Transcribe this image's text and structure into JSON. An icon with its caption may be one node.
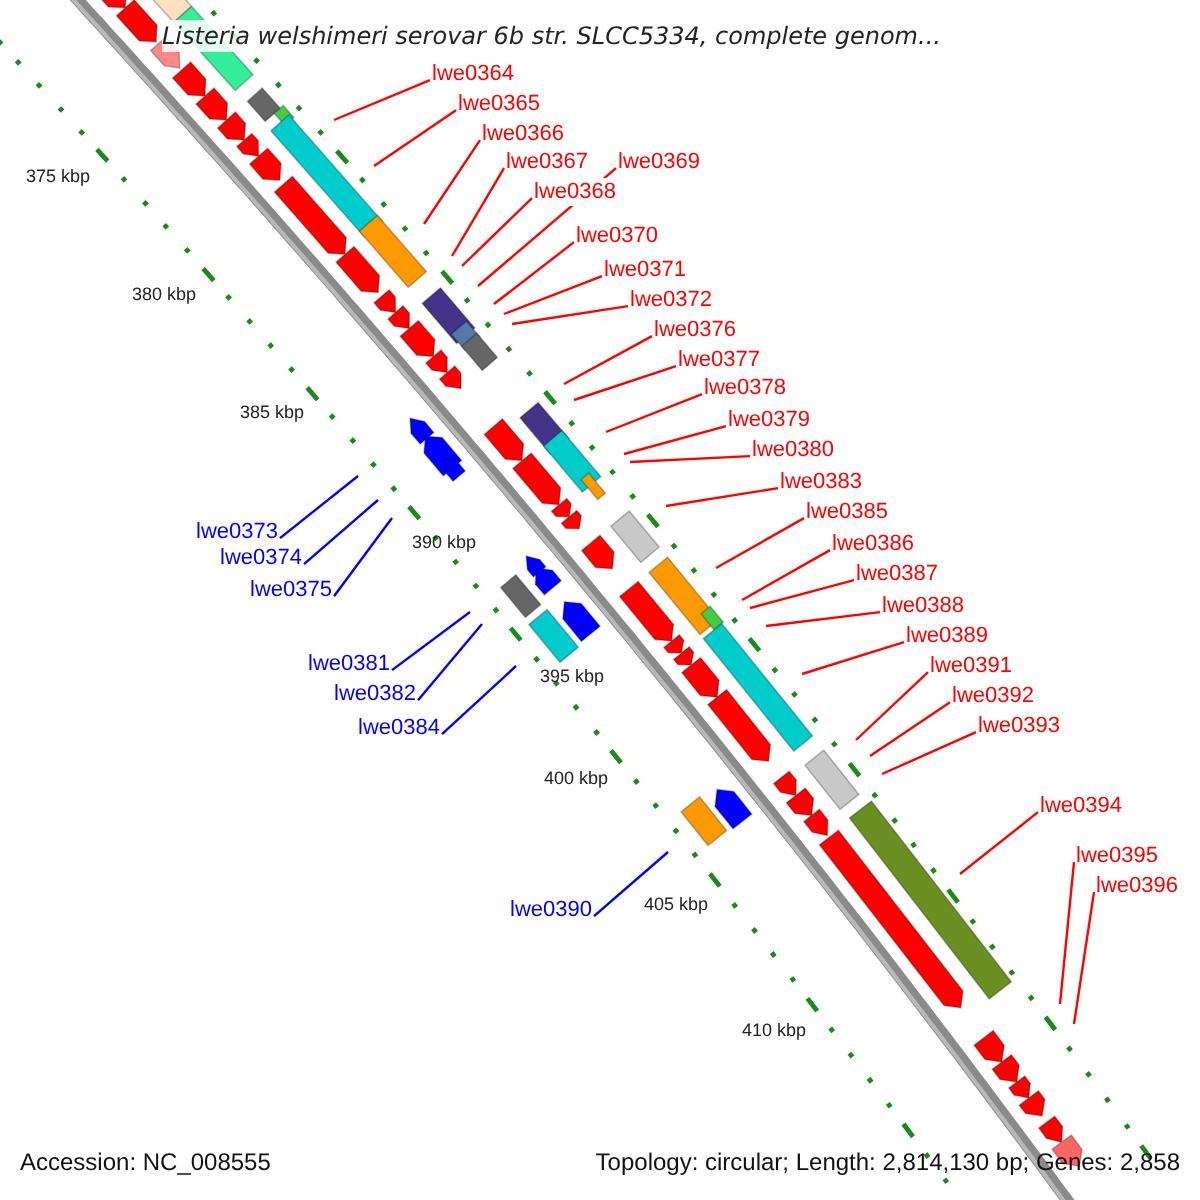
{
  "diagram": {
    "title": "Listeria welshimeri serovar 6b str. SLCC5334, complete genom...",
    "nodes": [
      {
        "text": [
          "lwe0364"
        ]
      },
      {
        "text": [
          "lwe0365"
        ]
      },
      {
        "text": [
          "lwe0366"
        ]
      },
      {
        "text": [
          "lwe0367"
        ]
      },
      {
        "text": [
          "lwe0369"
        ]
      },
      {
        "text": [
          "lwe0368"
        ]
      },
      {
        "text": [
          "lwe0370"
        ]
      },
      {
        "text": [
          "lwe0371"
        ]
      },
      {
        "text": [
          "lwe0372"
        ]
      },
      {
        "text": [
          "lwe0376"
        ]
      },
      {
        "text": [
          "lwe0377"
        ]
      },
      {
        "text": [
          "lwe0378"
        ]
      },
      {
        "text": [
          "lwe0379"
        ]
      },
      {
        "text": [
          "lwe0380"
        ]
      },
      {
        "text": [
          "lwe0383"
        ]
      },
      {
        "text": [
          "lwe0385"
        ]
      },
      {
        "text": [
          "lwe0373"
        ]
      },
      {
        "text": [
          "lwe0374"
        ]
      },
      {
        "text": [
          "lwe0386"
        ]
      },
      {
        "text": [
          "lwe0387"
        ]
      },
      {
        "text": [
          "lwe0375"
        ]
      },
      {
        "text": [
          "lwe0388"
        ]
      },
      {
        "text": [
          "lwe0389"
        ]
      },
      {
        "text": [
          "lwe0381"
        ]
      },
      {
        "text": [
          "lwe0391"
        ]
      },
      {
        "text": [
          "lwe0382"
        ]
      },
      {
        "text": [
          "lwe0392"
        ]
      },
      {
        "text": [
          "lwe0384"
        ]
      },
      {
        "text": [
          "lwe0393"
        ]
      },
      {
        "text": [
          "lwe0394"
        ]
      },
      {
        "text": [
          "lwe0395"
        ]
      },
      {
        "text": [
          "lwe0396"
        ]
      },
      {
        "text": [
          "lwe0390"
        ]
      }
    ],
    "edges": [
      {
        "from": 0,
        "to": null,
        "arrow": "none"
      },
      {
        "from": 1,
        "to": null,
        "arrow": "none"
      },
      {
        "from": 2,
        "to": null,
        "arrow": "none"
      },
      {
        "from": 3,
        "to": null,
        "arrow": "none"
      },
      {
        "from": 4,
        "to": null,
        "arrow": "none"
      },
      {
        "from": 5,
        "to": null,
        "arrow": "none"
      },
      {
        "from": 6,
        "to": null,
        "arrow": "none"
      },
      {
        "from": 7,
        "to": null,
        "arrow": "none"
      },
      {
        "from": 8,
        "to": null,
        "arrow": "none"
      },
      {
        "from": 9,
        "to": null,
        "arrow": "none"
      },
      {
        "from": 10,
        "to": null,
        "arrow": "none"
      },
      {
        "from": 11,
        "to": null,
        "arrow": "none"
      },
      {
        "from": 12,
        "to": null,
        "arrow": "none"
      },
      {
        "from": 13,
        "to": null,
        "arrow": "none"
      },
      {
        "from": 14,
        "to": null,
        "arrow": "none"
      },
      {
        "from": 15,
        "to": null,
        "arrow": "none"
      },
      {
        "from": 16,
        "to": null,
        "arrow": "none",
        "color": "#0000ff"
      },
      {
        "from": 17,
        "to": null,
        "arrow": "none",
        "color": "#0000ff"
      },
      {
        "from": 18,
        "to": null,
        "arrow": "none"
      },
      {
        "from": 19,
        "to": null,
        "arrow": "none"
      },
      {
        "from": 20,
        "to": null,
        "arrow": "none",
        "color": "#0000ff"
      },
      {
        "from": 21,
        "to": null,
        "arrow": "none"
      },
      {
        "from": 22,
        "to": null,
        "arrow": "none"
      },
      {
        "from": 23,
        "to": null,
        "arrow": "none",
        "color": "#0000ff"
      },
      {
        "from": 24,
        "to": null,
        "arrow": "none"
      },
      {
        "from": 25,
        "to": null,
        "arrow": "none",
        "color": "#0000ff"
      },
      {
        "from": 26,
        "to": null,
        "arrow": "none"
      },
      {
        "from": 27,
        "to": null,
        "arrow": "none",
        "color": "#0000ff"
      },
      {
        "from": 28,
        "to": null,
        "arrow": "none"
      },
      {
        "from": 29,
        "to": null,
        "arrow": "none"
      },
      {
        "from": 30,
        "to": null,
        "arrow": "none"
      },
      {
        "from": 31,
        "to": null,
        "arrow": "none"
      },
      {
        "from": 32,
        "to": null,
        "arrow": "none",
        "color": "#0000ff"
      }
    ],
    "labels": [
      "375 kbp",
      "380 kbp",
      "385 kbp",
      "390 kbp",
      "395 kbp",
      "400 kbp",
      "405 kbp",
      "410 kbp",
      "Accession: NC_008555",
      "Topology: circular; Length: 2,814,130 bp; Genes: 2,858"
    ]
  }
}
